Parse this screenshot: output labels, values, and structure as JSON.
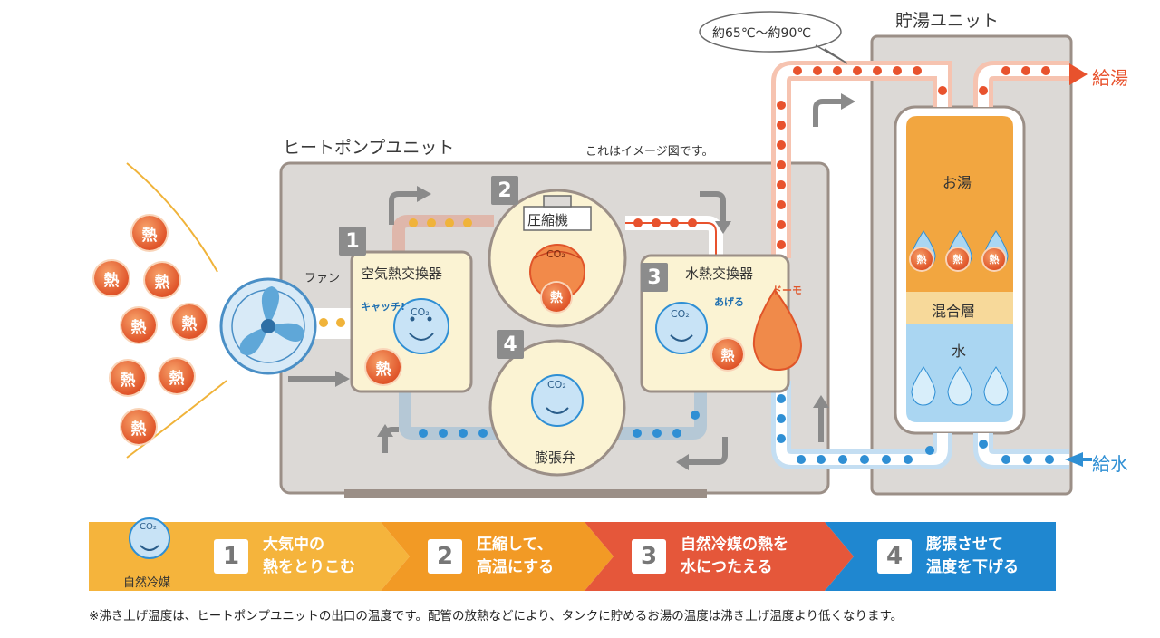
{
  "labels": {
    "storage_unit": "貯湯ユニット",
    "heat_pump_unit": "ヒートポンプユニット",
    "image_note": "これはイメージ図です。",
    "temp_bubble": "約65℃～約90℃",
    "hot_water_out": "給湯",
    "water_in": "給水",
    "fan": "ファン",
    "air_hx": "空気熱交換器",
    "compressor": "圧縮機",
    "water_hx": "水熱交換器",
    "expansion_valve": "膨張弁",
    "hot_water": "お湯",
    "mixed_layer": "混合層",
    "water": "水",
    "natural_refrigerant": "自然冷媒",
    "catch": "キャッチ!",
    "give": "あげる",
    "thanks": "ドーモ",
    "heat_char": "熱",
    "co2": "CO₂"
  },
  "numbers": [
    "1",
    "2",
    "3",
    "4"
  ],
  "steps": [
    {
      "num": "1",
      "line1": "大気中の",
      "line2": "熱をとりこむ"
    },
    {
      "num": "2",
      "line1": "圧縮して、",
      "line2": "高温にする"
    },
    {
      "num": "3",
      "line1": "自然冷媒の熱を",
      "line2": "水につたえる"
    },
    {
      "num": "4",
      "line1": "膨張させて",
      "line2": "温度を下げる"
    }
  ],
  "footnote": "※沸き上げ温度は、ヒートポンプユニットの出口の温度です。配管の放熱などにより、タンクに貯めるお湯の温度は沸き上げ温度より低くなります。",
  "colors": {
    "hot_pipe": "#e8522d",
    "cold_pipe": "#2f8fd4",
    "warm_pipe": "#f0b33a",
    "unit_gray": "#d9d6d3",
    "tank_orange": "#f2a640",
    "tank_mix": "#f7d99a",
    "tank_blue": "#aad6f2",
    "step1": "#f5b43c",
    "step2": "#f29a25",
    "step3": "#e5573a",
    "step4": "#1f87d0"
  }
}
